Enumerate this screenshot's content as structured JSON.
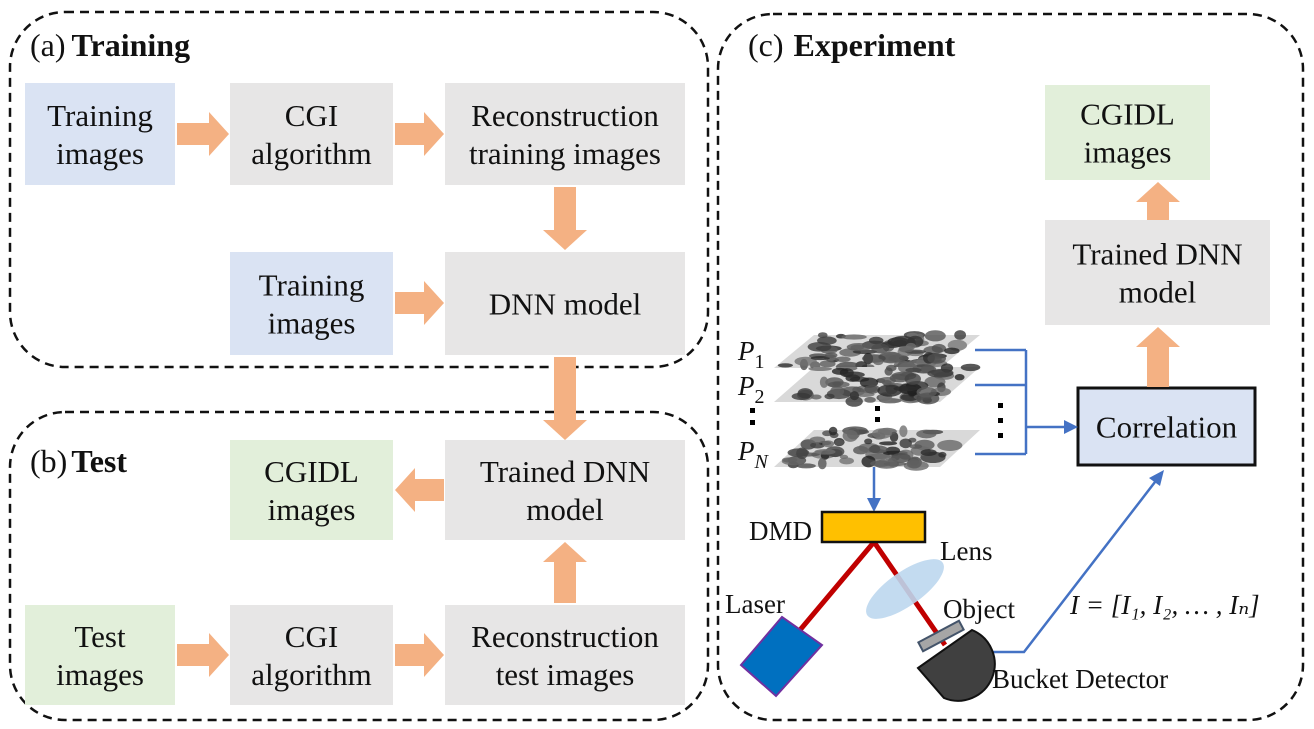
{
  "colors": {
    "input_box": "#dae3f3",
    "process_box": "#e7e6e6",
    "output_box": "#e2efda",
    "arrow": "#f4b183",
    "signal_line": "#4472c4",
    "beam": "#c00000",
    "dmd": "#ffc000",
    "laser": "#0070c0"
  },
  "panel_a": {
    "label": "(a)",
    "title": "Training",
    "boxes": [
      [
        "Training",
        "images"
      ],
      [
        "CGI",
        "algorithm"
      ],
      [
        "Reconstruction",
        "training images"
      ],
      [
        "Training",
        "images"
      ],
      [
        "DNN model"
      ]
    ]
  },
  "panel_b": {
    "label": "(b)",
    "title": "Test",
    "boxes": [
      [
        "CGIDL",
        "images"
      ],
      [
        "Trained DNN",
        "model"
      ],
      [
        "Test",
        "images"
      ],
      [
        "CGI",
        "algorithm"
      ],
      [
        "Reconstruction",
        "test images"
      ]
    ]
  },
  "panel_c": {
    "label": "(c)",
    "title": "Experiment",
    "boxes": [
      [
        "CGIDL",
        "images"
      ],
      [
        "Trained DNN",
        "model"
      ],
      [
        "Correlation"
      ]
    ],
    "patterns": [
      "P",
      "1",
      "P",
      "2",
      "P",
      "N"
    ],
    "dmd": "DMD",
    "lens": "Lens",
    "laser": "Laser",
    "object": "Object",
    "detector": "Bucket Detector",
    "formula": "I = [I₁, I₂, … , Iₙ]"
  }
}
